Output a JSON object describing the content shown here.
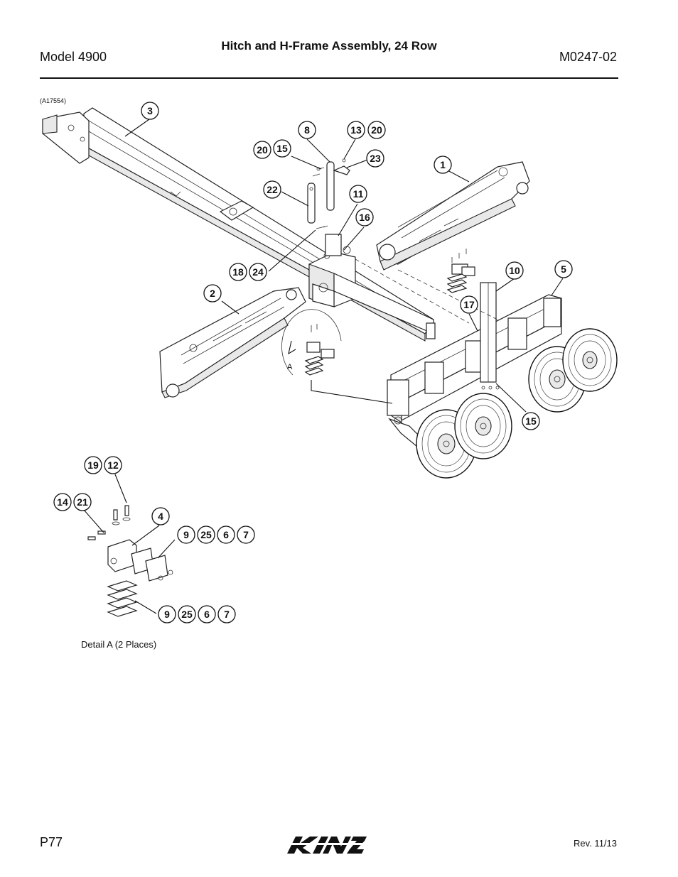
{
  "header": {
    "model": "Model 4900",
    "title": "Hitch and H-Frame Assembly, 24 Row",
    "doc_number": "M0247-02"
  },
  "figure": {
    "id": "(A17554)",
    "detail_label": "A",
    "detail_caption": "Detail A (2 Places)",
    "callouts": {
      "c1": "1",
      "c2": "2",
      "c3": "3",
      "c4": "4",
      "c5": "5",
      "c8": "8",
      "c10": "10",
      "c11": "11",
      "c16": "16",
      "c17": "17",
      "c13": "13",
      "c20a": "20",
      "c20b": "20",
      "c15a": "15",
      "c15b": "15",
      "c23": "23",
      "c22": "22",
      "c18": "18",
      "c24": "24",
      "c19": "19",
      "c12": "12",
      "c14": "14",
      "c21": "21",
      "c9a": "9",
      "c25a": "25",
      "c6a": "6",
      "c7a": "7",
      "c9b": "9",
      "c25b": "25",
      "c6b": "6",
      "c7b": "7"
    }
  },
  "footer": {
    "page": "P77",
    "brand": "KINZE",
    "revision": "Rev. 11/13"
  }
}
